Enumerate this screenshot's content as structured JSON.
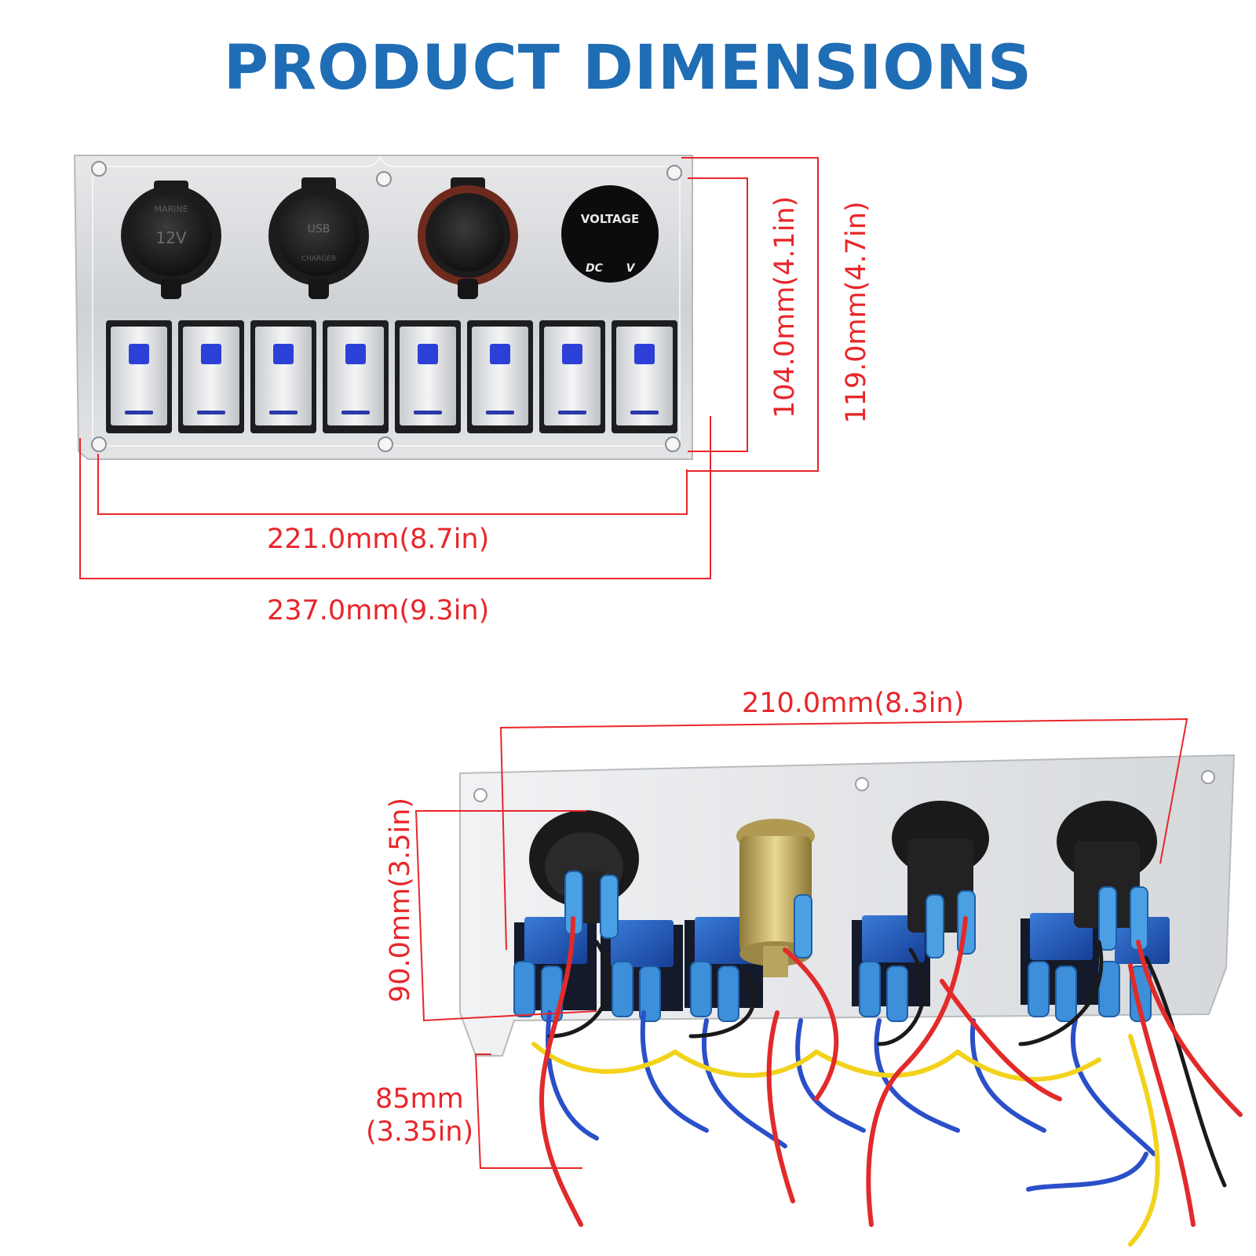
{
  "title": "PRODUCT DIMENSIONS",
  "front": {
    "sockets": [
      {
        "label": "12V",
        "ring_label": "MARINE"
      },
      {
        "label": "USB",
        "ring_label": "CHARGER"
      },
      {
        "label": "",
        "ring_label": ""
      }
    ],
    "voltmeter": {
      "top": "VOLTAGE",
      "left": "DC",
      "right": "V"
    },
    "switch_count": 8,
    "dims": {
      "inner_width": "221.0mm(8.7in)",
      "outer_width": "237.0mm(9.3in)",
      "inner_height": "104.0mm(4.1in)",
      "outer_height": "119.0mm(4.7in)"
    }
  },
  "back": {
    "dims": {
      "width": "210.0mm(8.3in)",
      "height": "90.0mm(3.5in)",
      "depth_line1": "85mm",
      "depth_line2": "(3.35in)"
    }
  },
  "colors": {
    "title": "#1f6db5",
    "dimension": "#e8262a",
    "panel": "#d9dbdd",
    "switch_led": "#2c3fd6",
    "wire_red": "#e22a2a",
    "wire_yellow": "#f2d21b",
    "wire_blue": "#2a4fc9",
    "wire_black": "#1a1a1a"
  }
}
